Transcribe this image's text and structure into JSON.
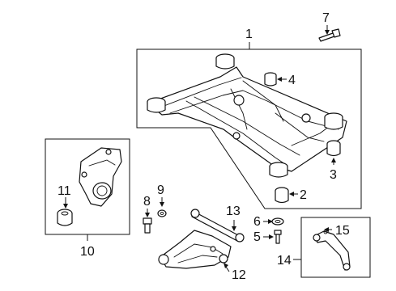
{
  "callouts": {
    "c1": "1",
    "c2": "2",
    "c3": "3",
    "c4": "4",
    "c5": "5",
    "c6": "6",
    "c7": "7",
    "c8": "8",
    "c9": "9",
    "c10": "10",
    "c11": "11",
    "c12": "12",
    "c13": "13",
    "c14": "14",
    "c15": "15"
  },
  "parts": [
    {
      "callout": "1",
      "icon": "crossmember-icon"
    },
    {
      "callout": "2",
      "icon": "lower-bushing-icon"
    },
    {
      "callout": "3",
      "icon": "rear-bushing-icon"
    },
    {
      "callout": "4",
      "icon": "front-bushing-icon"
    },
    {
      "callout": "5",
      "icon": "bolt-icon"
    },
    {
      "callout": "6",
      "icon": "washer-icon"
    },
    {
      "callout": "7",
      "icon": "bolt-icon"
    },
    {
      "callout": "8",
      "icon": "bolt-icon"
    },
    {
      "callout": "9",
      "icon": "nut-icon"
    },
    {
      "callout": "10",
      "icon": "knuckle-icon"
    },
    {
      "callout": "11",
      "icon": "knuckle-bushing-icon"
    },
    {
      "callout": "12",
      "icon": "lower-control-arm-icon"
    },
    {
      "callout": "13",
      "icon": "lateral-link-icon"
    },
    {
      "callout": "14",
      "icon": "upper-arm-icon"
    },
    {
      "callout": "15",
      "icon": "upper-arm-bushing-icon"
    }
  ],
  "colors": {
    "line": "#111111",
    "background": "#ffffff"
  }
}
